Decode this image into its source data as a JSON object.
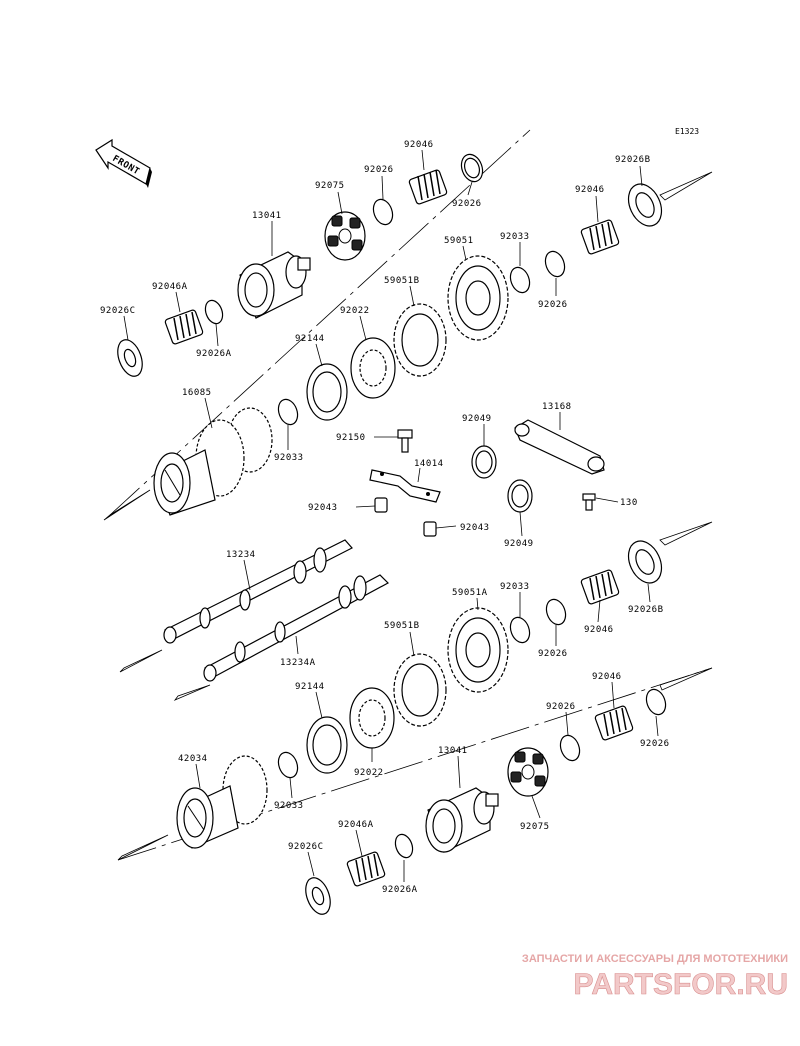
{
  "diagram": {
    "code": "E1323",
    "front_label": "FRONT",
    "parts": [
      {
        "id": "p01",
        "label": "92046"
      },
      {
        "id": "p02",
        "label": "92026"
      },
      {
        "id": "p03",
        "label": "92075"
      },
      {
        "id": "p04",
        "label": "92026"
      },
      {
        "id": "p05",
        "label": "13041"
      },
      {
        "id": "p06",
        "label": "92026B"
      },
      {
        "id": "p07",
        "label": "92046"
      },
      {
        "id": "p08",
        "label": "59051"
      },
      {
        "id": "p09",
        "label": "92033"
      },
      {
        "id": "p10",
        "label": "92026"
      },
      {
        "id": "p11",
        "label": "59051B"
      },
      {
        "id": "p12",
        "label": "92046A"
      },
      {
        "id": "p13",
        "label": "92026C"
      },
      {
        "id": "p14",
        "label": "92026A"
      },
      {
        "id": "p15",
        "label": "92022"
      },
      {
        "id": "p16",
        "label": "92144"
      },
      {
        "id": "p17",
        "label": "16085"
      },
      {
        "id": "p18",
        "label": "92049"
      },
      {
        "id": "p19",
        "label": "13168"
      },
      {
        "id": "p20",
        "label": "92150"
      },
      {
        "id": "p21",
        "label": "92033"
      },
      {
        "id": "p22",
        "label": "14014"
      },
      {
        "id": "p23",
        "label": "130"
      },
      {
        "id": "p24",
        "label": "92043"
      },
      {
        "id": "p25",
        "label": "92043"
      },
      {
        "id": "p26",
        "label": "92049"
      },
      {
        "id": "p27",
        "label": "13234"
      },
      {
        "id": "p28",
        "label": "59051A"
      },
      {
        "id": "p29",
        "label": "92033"
      },
      {
        "id": "p30",
        "label": "92026B"
      },
      {
        "id": "p31",
        "label": "92026"
      },
      {
        "id": "p32",
        "label": "92046"
      },
      {
        "id": "p33",
        "label": "59051B"
      },
      {
        "id": "p34",
        "label": "13234A"
      },
      {
        "id": "p35",
        "label": "92144"
      },
      {
        "id": "p36",
        "label": "92046"
      },
      {
        "id": "p37",
        "label": "92026"
      },
      {
        "id": "p38",
        "label": "92026"
      },
      {
        "id": "p39",
        "label": "42034"
      },
      {
        "id": "p40",
        "label": "13041"
      },
      {
        "id": "p41",
        "label": "92022"
      },
      {
        "id": "p42",
        "label": "92033"
      },
      {
        "id": "p43",
        "label": "92075"
      },
      {
        "id": "p44",
        "label": "92046A"
      },
      {
        "id": "p45",
        "label": "92026C"
      },
      {
        "id": "p46",
        "label": "92026A"
      }
    ]
  },
  "watermark": {
    "tagline": "ЗАПЧАСТИ И АКСЕССУАРЫ ДЛЯ МОТОТЕХНИКИ",
    "logo": "PARTSFOR.RU"
  }
}
